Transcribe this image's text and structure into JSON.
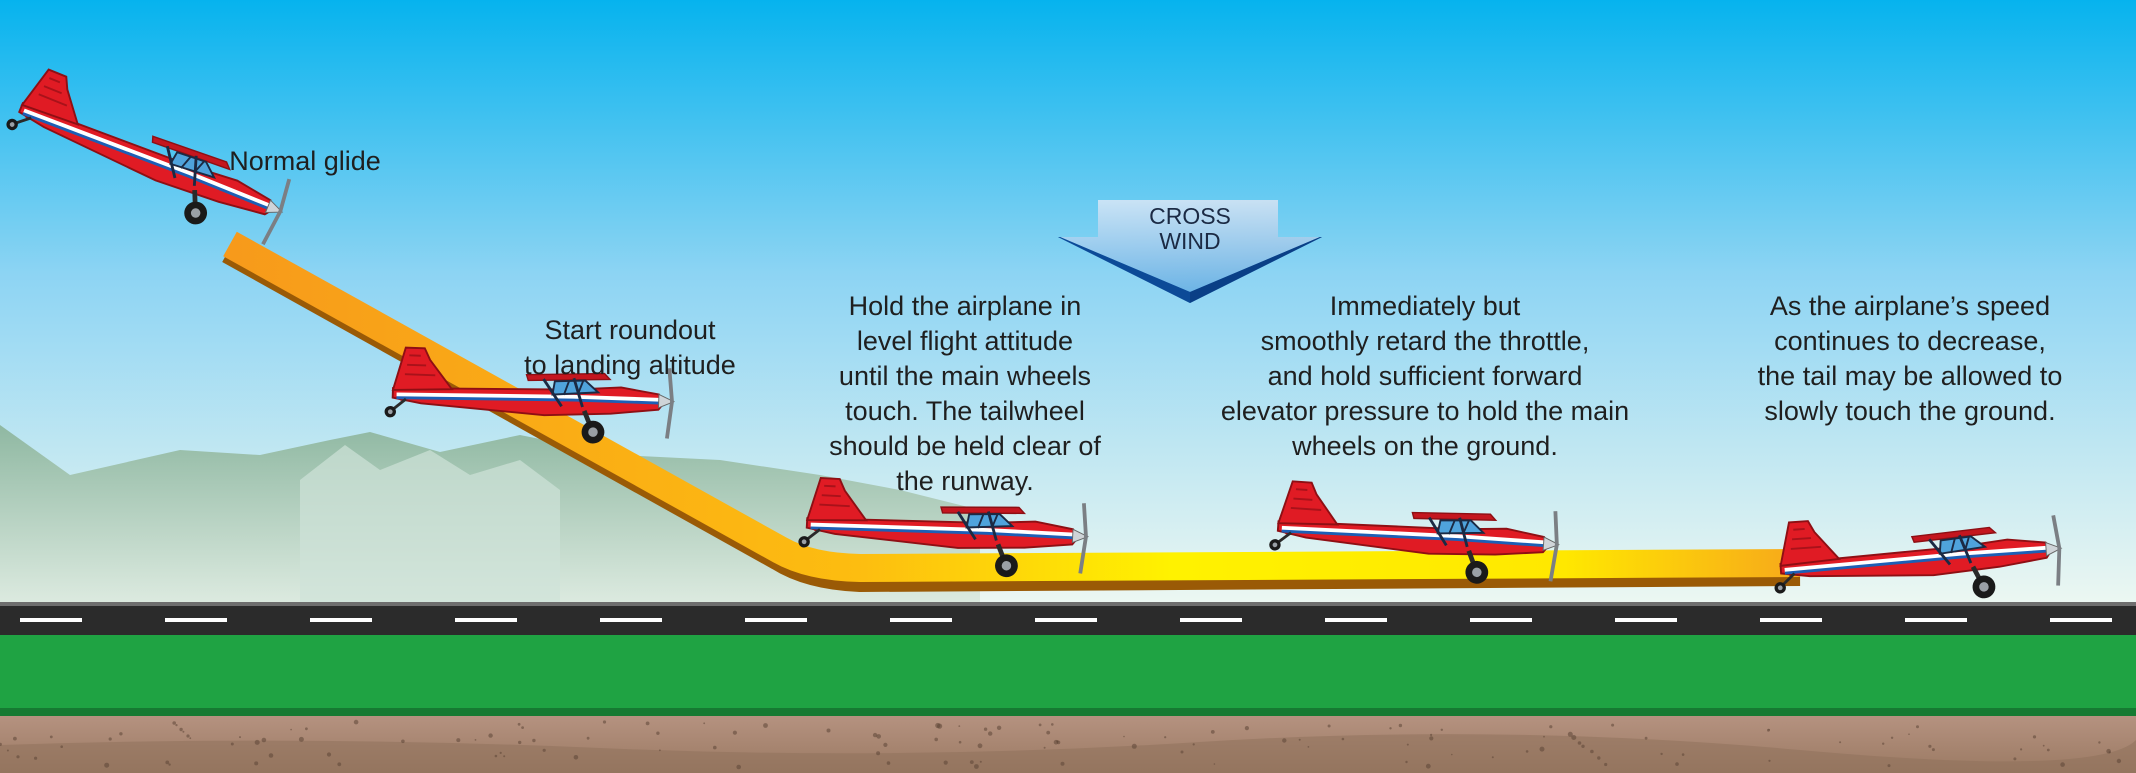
{
  "labels": {
    "normal_glide": "Normal glide",
    "roundout": "Start roundout\nto landing altitude",
    "hold": "Hold the airplane in\nlevel flight attitude\nuntil the main wheels\ntouch. The tailwheel\nshould be held clear of\nthe runway.",
    "retard": "Immediately but\nsmoothly retard the throttle,\nand hold sufficient forward\nelevator pressure to hold the main\nwheels on the ground.",
    "tail": "As the airplane’s speed\ncontinues to decrease,\nthe tail may be allowed to\nslowly touch the ground."
  },
  "crosswind": "CROSS\nWIND",
  "colors": {
    "sky_top": "#06b3ee",
    "sky_bottom": "#e9f6f3",
    "path_orange": "#f7a11a",
    "path_yellow": "#fff200",
    "runway": "#2b2b2b",
    "grass": "#1fa343",
    "soil": "#a98671",
    "airplane_red": "#e01b24",
    "arrow_blue": "#1e78c8"
  },
  "icons": [
    "airplane-icon",
    "crosswind-arrow-icon"
  ]
}
